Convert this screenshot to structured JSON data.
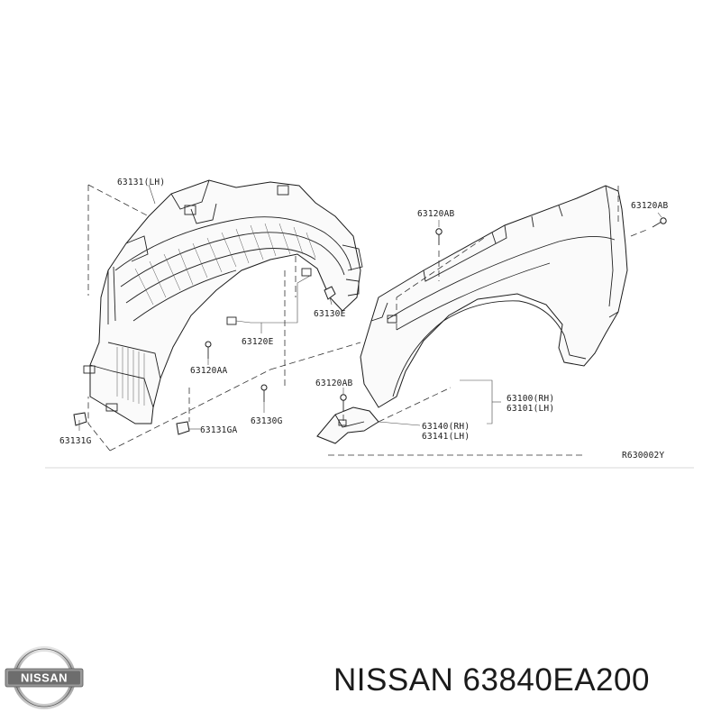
{
  "diagram": {
    "callouts": {
      "p63131_lh": "63131(LH)",
      "p63120ab_top": "63120AB",
      "p63120ab_right": "63120AB",
      "p63130e": "63130E",
      "p63120e": "63120E",
      "p63120aa": "63120AA",
      "p63120ab_mid": "63120AB",
      "p63100_rh": "63100(RH)",
      "p63101_lh": "63101(LH)",
      "p63140_rh": "63140(RH)",
      "p63141_lh": "63141(LH)",
      "p63130g": "63130G",
      "p63131g": "63131G",
      "p63131ga": "63131GA"
    },
    "figure_code": "R630002Y"
  },
  "footer": {
    "brand_logo_text": "NISSAN",
    "part_title": "NISSAN 63840EA200"
  }
}
